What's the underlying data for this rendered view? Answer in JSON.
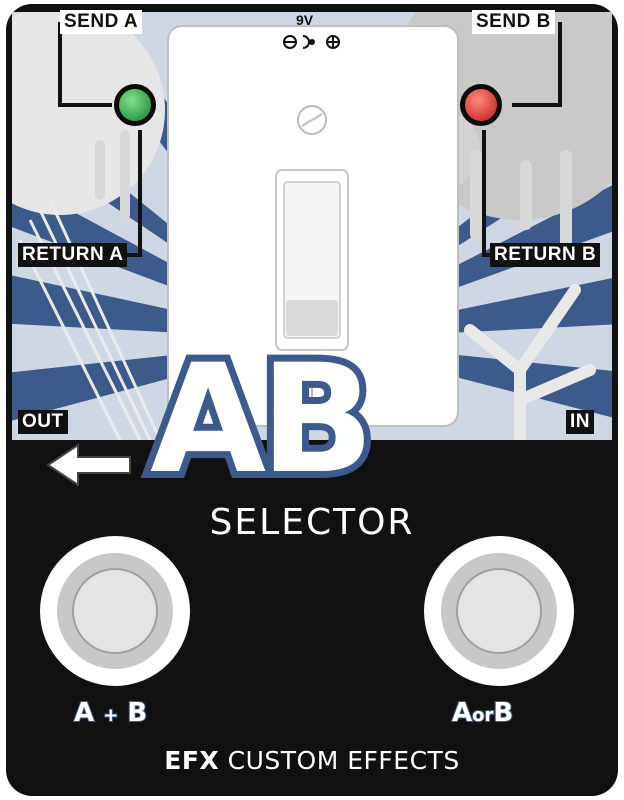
{
  "jacks": {
    "send_a": "SEND A",
    "send_b": "SEND B",
    "return_a": "RETURN A",
    "return_b": "RETURN B",
    "out": "OUT",
    "in": "IN"
  },
  "power": {
    "label": "9V"
  },
  "title": {
    "main": "AB",
    "sub": "SELECTOR"
  },
  "footswitches": {
    "left": {
      "a": "A",
      "sep": "+",
      "b": "B"
    },
    "right": {
      "a": "A",
      "sep": "or",
      "b": "B"
    }
  },
  "brand": {
    "bold": "EFX",
    "rest": " CUSTOM EFFECTS"
  },
  "colors": {
    "body": "#111111",
    "accent_blue": "#3d5a8c",
    "led_a": "#1f9a3a",
    "led_b": "#d61f1f"
  }
}
